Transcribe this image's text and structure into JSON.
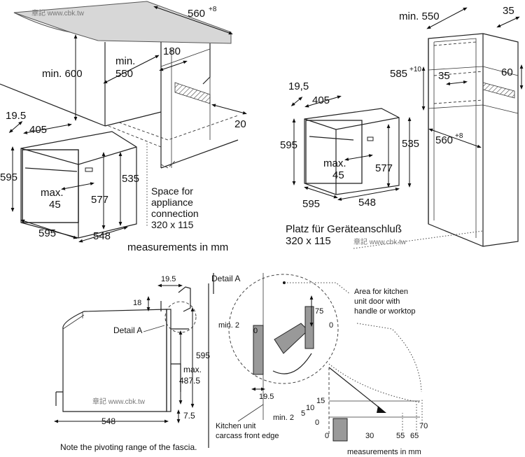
{
  "watermark": "章記 www.cbk.tw",
  "top_left": {
    "dim_560": "560",
    "dim_560_sup": "+8",
    "dim_min600_min": "min. 600",
    "dim_min550_a": "min.",
    "dim_min550_b": "550",
    "dim_180": "180",
    "dim_20": "20",
    "dim_19_5": "19.5",
    "dim_405": "405",
    "dim_595_h": "595",
    "dim_max45_a": "max.",
    "dim_max45_b": "45",
    "dim_577": "577",
    "dim_535": "535",
    "dim_595_w": "595",
    "dim_548": "548",
    "space_note": [
      "Space for",
      "appliance",
      "connection",
      "320 x 115"
    ],
    "measure_note": "measurements in mm"
  },
  "top_right": {
    "dim_min550": "min. 550",
    "dim_35_top": "35",
    "dim_585": "585",
    "dim_585_sup": "+10",
    "dim_35_mid": "35",
    "dim_60": "60",
    "dim_19_5": "19,5",
    "dim_405": "405",
    "dim_595_h": "595",
    "dim_535": "535",
    "dim_max45_a": "max.",
    "dim_max45_b": "45",
    "dim_577": "577",
    "dim_560": "560",
    "dim_560_sup": "+8",
    "dim_595_w": "595",
    "dim_548": "548",
    "platz_note": [
      "Platz für Geräteanschluß",
      "320 x 115"
    ]
  },
  "bottom_left": {
    "dim_19_5": "19.5",
    "dim_18": "18",
    "detail_label": "Detail A",
    "dim_595": "595",
    "dim_max": "max.",
    "dim_487": "487.5",
    "dim_7_5": "7.5",
    "dim_548": "548",
    "note": "Note the pivoting range of the fascia."
  },
  "bottom_right": {
    "detail_title": "Detail A",
    "dim_75": "75",
    "dim_0_v": "0",
    "dim_min2": "min. 2",
    "dim_0_left": "0",
    "dim_19_5": "19.5",
    "area_note": [
      "Area for kitchen",
      "unit door with",
      "handle or worktop"
    ],
    "scale_15": "15",
    "scale_10": "10",
    "scale_5": "5",
    "scale_min2": "min. 2",
    "scale_0": "0",
    "x_0": "0",
    "x_30": "30",
    "x_55": "55",
    "x_65": "65",
    "x_70": "70",
    "carcass_note": [
      "Kitchen unit",
      "carcass front edge"
    ],
    "measure_note": "measurements in mm"
  }
}
